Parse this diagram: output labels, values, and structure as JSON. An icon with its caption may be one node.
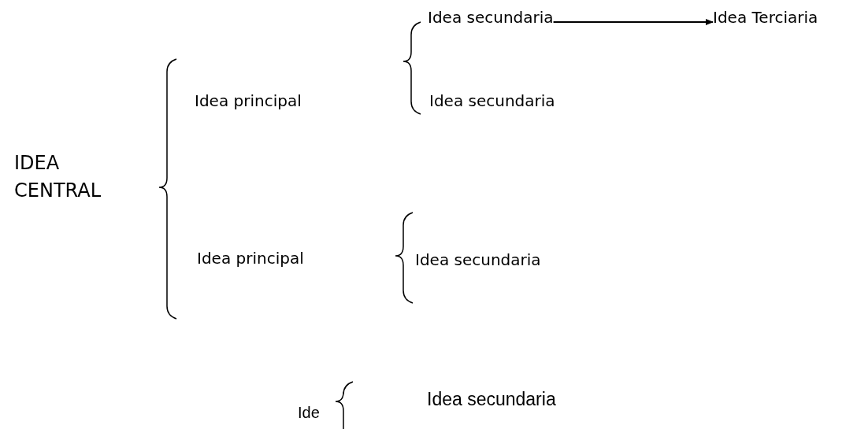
{
  "diagram": {
    "nodes": [
      {
        "text": [
          "Idea secundaria"
        ]
      },
      {
        "text": [
          "Idea Terciaria"
        ]
      }
    ],
    "edges": [
      {
        "from": 0,
        "to": 1,
        "arrow": "to"
      }
    ],
    "labels": [
      "Idea principal",
      "Idea secundaria",
      "IDEA CENTRAL",
      "Idea principal",
      "Idea secundaria",
      "Idea secundaria",
      "Ide"
    ]
  }
}
